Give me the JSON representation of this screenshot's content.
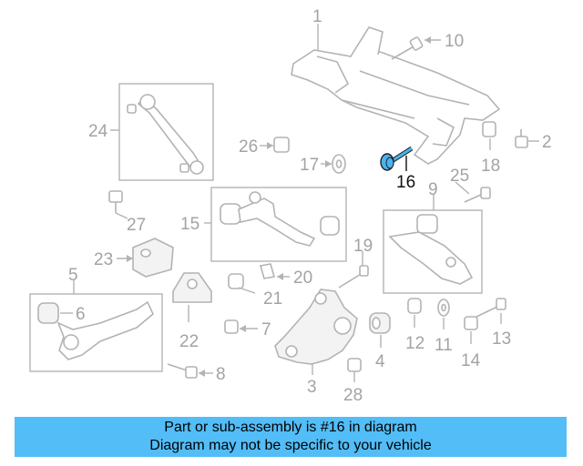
{
  "highlight_part": "16",
  "highlight_color": "#4ab3ef",
  "labels": {
    "p1": "1",
    "p2": "2",
    "p3": "3",
    "p4": "4",
    "p5": "5",
    "p6": "6",
    "p7": "7",
    "p8": "8",
    "p9": "9",
    "p10": "10",
    "p11": "11",
    "p12": "12",
    "p13": "13",
    "p14": "14",
    "p15": "15",
    "p16": "16",
    "p17": "17",
    "p18": "18",
    "p19": "19",
    "p20": "20",
    "p21": "21",
    "p22": "22",
    "p23": "23",
    "p24": "24",
    "p25": "25",
    "p26": "26",
    "p27": "27",
    "p28": "28"
  },
  "banner": {
    "line1": "Part or sub-assembly is #16 in diagram",
    "line2": "Diagram may not be specific to your vehicle",
    "color": "#53bdf7"
  }
}
